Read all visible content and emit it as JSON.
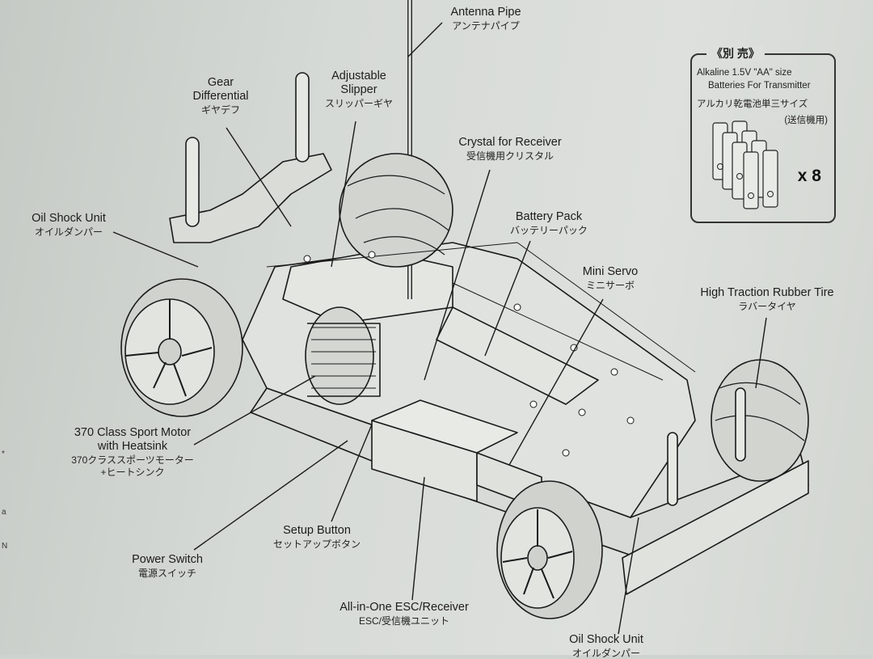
{
  "labels": {
    "antenna_pipe": {
      "en": "Antenna Pipe",
      "jp": "アンテナパイプ"
    },
    "gear_differential": {
      "en1": "Gear",
      "en2": "Differential",
      "jp": "ギヤデフ"
    },
    "adjustable_slipper": {
      "en1": "Adjustable",
      "en2": "Slipper",
      "jp": "スリッパーギヤ"
    },
    "crystal_receiver": {
      "en": "Crystal for Receiver",
      "jp": "受信機用クリスタル"
    },
    "battery_pack": {
      "en": "Battery Pack",
      "jp": "バッテリーパック"
    },
    "oil_shock_unit_front": {
      "en": "Oil Shock Unit",
      "jp": "オイルダンパー"
    },
    "mini_servo": {
      "en": "Mini Servo",
      "jp": "ミニサーボ"
    },
    "high_traction_tire": {
      "en": "High Traction Rubber Tire",
      "jp": "ラバータイヤ"
    },
    "sport_motor": {
      "en1": "370 Class Sport Motor",
      "en2": "with Heatsink",
      "jp1": "370クラススポーツモーター",
      "jp2": "+ヒートシンク"
    },
    "setup_button": {
      "en": "Setup Button",
      "jp": "セットアップボタン"
    },
    "power_switch": {
      "en": "Power Switch",
      "jp": "電源スイッチ"
    },
    "esc_receiver": {
      "en": "All-in-One ESC/Receiver",
      "jp": "ESC/受信機ユニット"
    },
    "oil_shock_unit_rear": {
      "en": "Oil Shock Unit",
      "jp": "オイルダンパー"
    }
  },
  "battery_box": {
    "title": "《別 売》",
    "line1": "Alkaline 1.5V \"AA\" size",
    "line2": "Batteries For Transmitter",
    "line3": "アルカリ乾電池単三サイズ",
    "line4": "(送信機用)",
    "qty": "x 8"
  },
  "edge_marks": [
    "*",
    "a",
    "N"
  ],
  "colors": {
    "ink": "#1c1c1c",
    "paper": "#d9dcd8"
  }
}
